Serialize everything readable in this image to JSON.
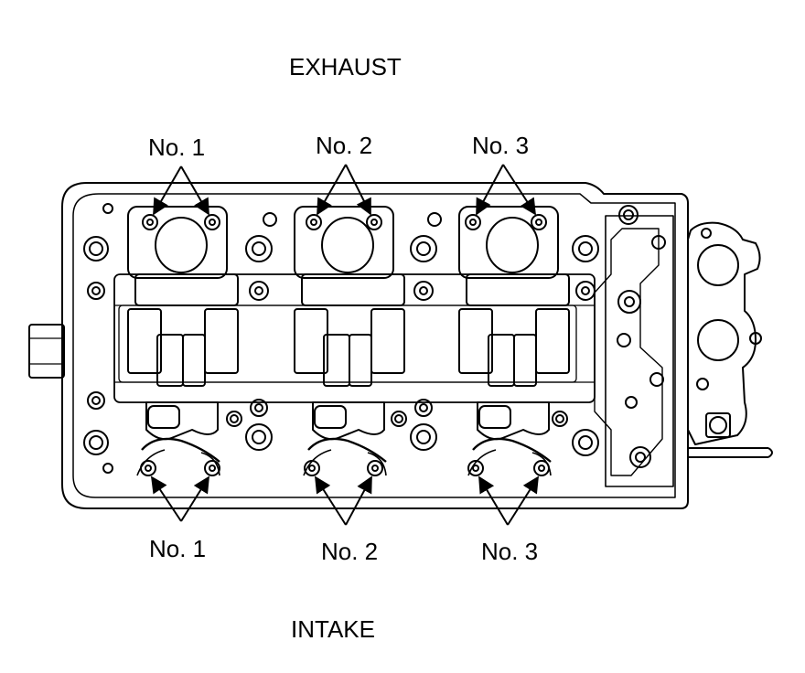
{
  "labels": {
    "exhaust": "EXHAUST",
    "intake": "INTAKE",
    "exhaust_cylinders": [
      "No. 1",
      "No. 2",
      "No. 3"
    ],
    "intake_cylinders": [
      "No. 1",
      "No. 2",
      "No. 3"
    ]
  },
  "colors": {
    "line": "#000000",
    "background": "#ffffff"
  }
}
